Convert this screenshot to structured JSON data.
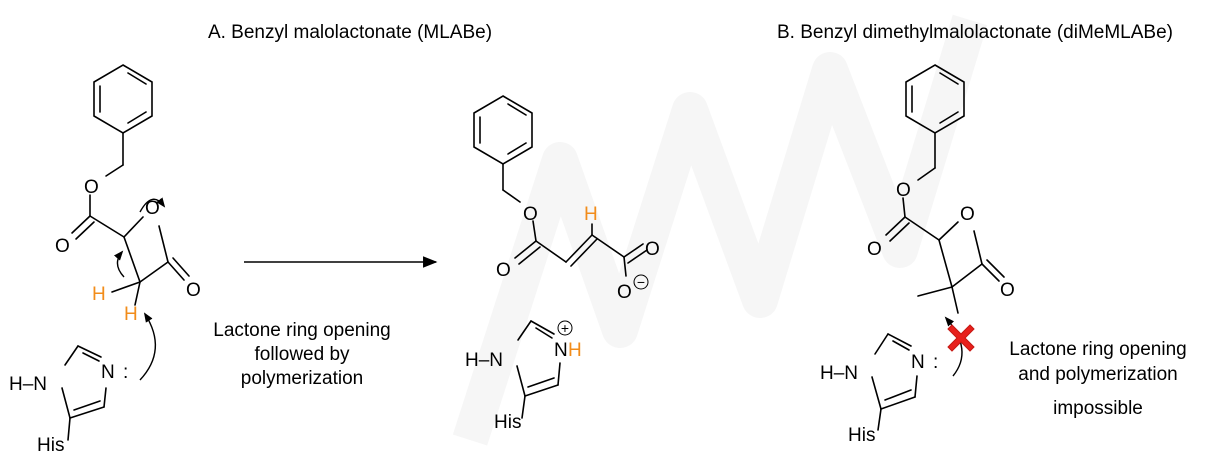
{
  "titles": {
    "a": "A. Benzyl malolactonate (MLABe)",
    "b": "B. Benzyl dimethylmalolactonate (diMeMLABe)"
  },
  "atoms": {
    "o": "O",
    "n": "N",
    "h": "H",
    "h_dash_n": "H–N",
    "nh": "N",
    "his": "His",
    "lone_pair": ":"
  },
  "charges": {
    "minus": "−",
    "plus": "+"
  },
  "labels": {
    "a_step_line1": "Lactone ring opening",
    "a_step_line2": "followed by",
    "a_step_line3": "polymerization",
    "b_note_line1": "Lactone ring opening",
    "b_note_line2": "and polymerization",
    "b_note_line3": "impossible"
  },
  "colors": {
    "highlight_h": "#f28c1a",
    "blocked_mark": "#e8201c",
    "ink": "#000000",
    "watermark": "#e6e6e6"
  },
  "icons": {
    "blocked": "red-cross-icon",
    "reaction": "arrow-right-icon"
  }
}
